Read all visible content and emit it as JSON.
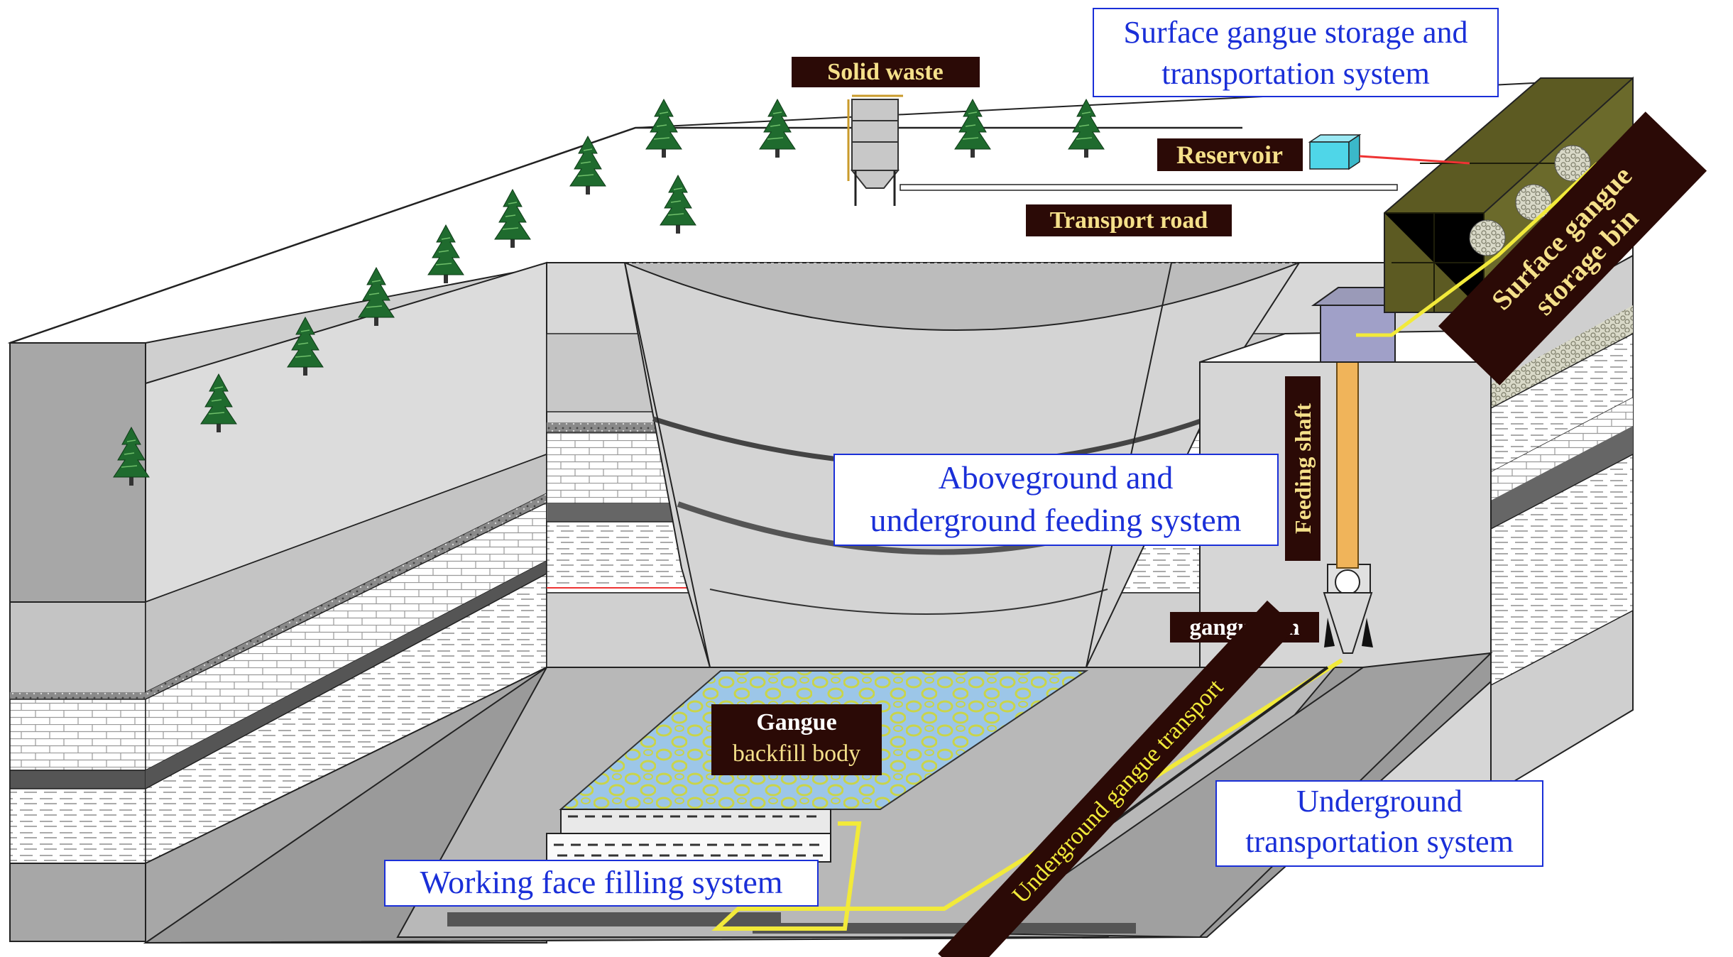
{
  "labels": {
    "solid_waste": "Solid waste",
    "surface_system_line1": "Surface gangue storage and",
    "surface_system_line2": "transportation system",
    "reservoir": "Reservoir",
    "transport_road": "Transport road",
    "surface_bin_line1": "Surface gangue",
    "surface_bin_line2": "storage bin",
    "feeding_shaft": "Feeding shaft",
    "feeding_system_line1": "Aboveground and",
    "feeding_system_line2": "underground feeding system",
    "gangue_bin": "gangue bin",
    "backfill_line1": "Gangue",
    "backfill_line2": "backfill body",
    "underground_transport": "Underground gangue  transport",
    "underground_system_line1": "Underground",
    "underground_system_line2": "transportation system",
    "working_face": "Working face filling system"
  },
  "colors": {
    "label_dark_bg": "#2b0a06",
    "label_dark_text": "#f5e08a",
    "label_blue_text": "#1a2fd8",
    "label_blue_border": "#1a2fd8",
    "shaft": "#f0b45a",
    "storage_bin": "#5c5a22",
    "reservoir": "#4fd6e8",
    "tree": "#1f6b2e",
    "backfill": "#9cc6e8",
    "conveyor": "#f2ea3a"
  }
}
